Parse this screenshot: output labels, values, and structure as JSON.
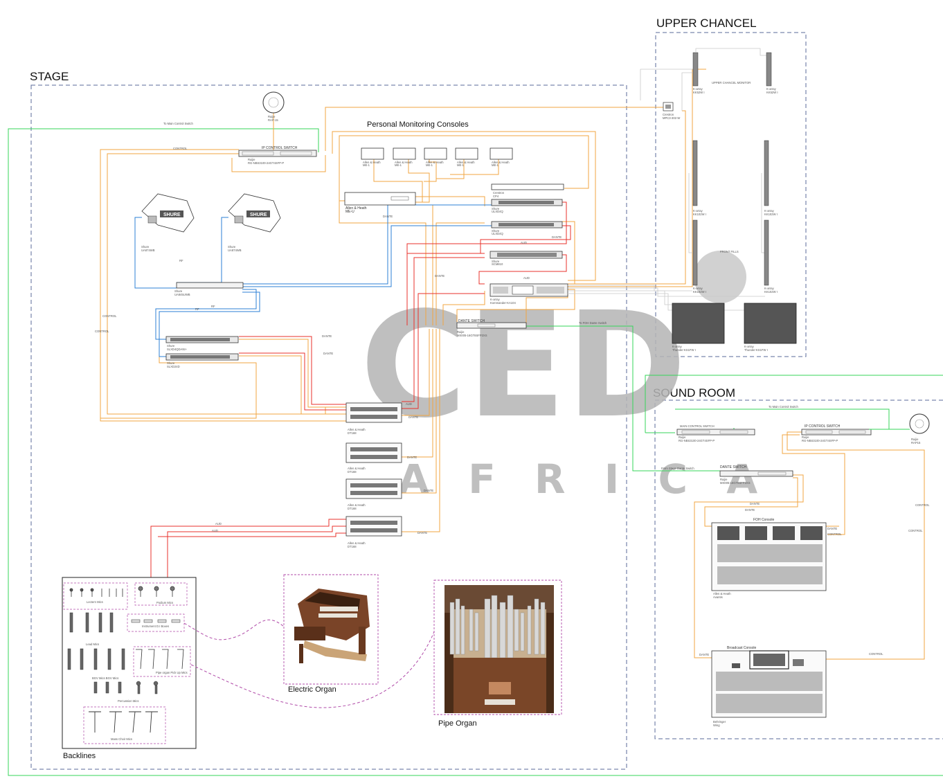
{
  "zones": {
    "stage": "STAGE",
    "upper": "UPPER CHANCEL",
    "sound": "SOUND ROOM"
  },
  "watermark": {
    "big": "CED",
    "small": "A F R I C A"
  },
  "stage": {
    "pmc_title": "Personal Monitoring Consoles",
    "ruijie_ap": {
      "brand": "Ruijie",
      "model": "RAP-15"
    },
    "to_main_switch": "To Main Control Switch",
    "ip_switch": {
      "title": "IP CONTROL SWITCH",
      "brand": "Ruijie",
      "model": "RG-NBS3100-24GT4SFP-P"
    },
    "control": "CONTROL",
    "me_units": [
      {
        "name": "Allen & Heath",
        "model": "ME-1"
      },
      {
        "name": "Allen & Heath",
        "model": "ME-1"
      },
      {
        "name": "Allen & Heath",
        "model": "ME-1"
      },
      {
        "name": "Allen & Heath",
        "model": "ME-1"
      },
      {
        "name": "Allen & Heath",
        "model": "ME-1"
      }
    ],
    "me_u": {
      "brand": "Allen & Heath",
      "model": "ME-U"
    },
    "crestron": {
      "brand": "Crestron",
      "model": "CP4"
    },
    "ulx1": {
      "brand": "Shure",
      "model": "ULXD4Q"
    },
    "ulx2": {
      "brand": "Shure",
      "model": "ULXD4Q"
    },
    "scm": {
      "brand": "Shure",
      "model": "SCM810"
    },
    "kommander": {
      "brand": "K-array",
      "model": "Kommander-KA104"
    },
    "ant1": {
      "brand": "Shure",
      "model": "UA874WB",
      "logo": "SHURE"
    },
    "ant2": {
      "brand": "Shure",
      "model": "UA874WB",
      "logo": "SHURE"
    },
    "ua845": {
      "brand": "Shure",
      "model": "UA845UWB"
    },
    "slx1": {
      "brand": "Shure",
      "model": "SLXD4QDANI+"
    },
    "slx2": {
      "brand": "Shure",
      "model": "SLXD24D"
    },
    "dante_switch": {
      "title": "DANTE SWITCH",
      "brand": "Ruijie",
      "model": "MX005-16GT8SFP2XS"
    },
    "to_foh": "To FOH Dante Switch",
    "dt": [
      {
        "brand": "Allen & Heath",
        "model": "DT168"
      },
      {
        "brand": "Allen & Heath",
        "model": "DT168"
      },
      {
        "brand": "Allen & Heath",
        "model": "DT168"
      },
      {
        "brand": "Allen & Heath",
        "model": "DT168"
      }
    ],
    "wire": {
      "dante": "DANTE",
      "aud": "AUD",
      "rf": "RF",
      "control": "CONTROL"
    }
  },
  "backlines": {
    "title": "Backlines",
    "groups": {
      "lectern": "Lectern Mics",
      "podium": "Podium Mics",
      "instrument": "Instrument D.I Boxes",
      "lead": "Lead Mics",
      "pipe_pickup": "Pipe organ Pick Up Mics",
      "bgv": "BGV Mics  BGV Mics",
      "percussion": "Percussion Mics",
      "choir": "Mass Choir Mics"
    }
  },
  "organs": {
    "electric": "Electric Organ",
    "pipe": "Pipe Organ"
  },
  "upper": {
    "monitor_label": "UPPER CHANCEL MONITOR",
    "front_fills": "FRONT FILLS",
    "kk52_l": {
      "brand": "K-array",
      "model": "KK52W I"
    },
    "kk52_r": {
      "brand": "K-array",
      "model": "KK52W I"
    },
    "crestron": {
      "brand": "Crestron",
      "model": "MPC3-302-W"
    },
    "kk102": [
      {
        "brand": "K-array",
        "model": "KK102W I"
      },
      {
        "brand": "K-array",
        "model": "KK102W I"
      },
      {
        "brand": "K-array",
        "model": "KK102W I"
      },
      {
        "brand": "K-array",
        "model": "KK102W I"
      }
    ],
    "sub_l": {
      "brand": "K-array",
      "model": "Thunder-KS1FW I"
    },
    "sub_r": {
      "brand": "K-array",
      "model": "Thunder-KS1FW I"
    }
  },
  "sound": {
    "to_main": "To Main Control Switch",
    "main_switch": {
      "title": "MAIN CONTROL SWITCH",
      "brand": "Ruijie",
      "model": "RG-NBS3100-24GT4SFP-P"
    },
    "ip_switch": {
      "title": "IP CONTROL SWITCH",
      "brand": "Ruijie",
      "model": "RG-NBS3100-24GT4SFP-P"
    },
    "ap": {
      "brand": "Ruijie",
      "model": "RAP15"
    },
    "from_stage": "From Stage Dante Switch",
    "dante_switch": {
      "title": "DANTE SWITCH",
      "brand": "Ruijie",
      "model": "MX005-16GT8SFP2XS"
    },
    "foh": {
      "title": "FOH Console",
      "brand": "Allen & Heath",
      "model": "Avantis"
    },
    "broadcast": {
      "title": "Broadcast Console",
      "brand": "Behringer",
      "model": "Wing"
    },
    "wire": {
      "dante": "DANTE",
      "control": "CONTROL"
    }
  },
  "colors": {
    "orange": "#f2a640",
    "red": "#e8322b",
    "blue": "#2b7fd4",
    "green": "#35d45a",
    "zone_border": "#5a6a9a",
    "magenta": "#b04aa8"
  }
}
